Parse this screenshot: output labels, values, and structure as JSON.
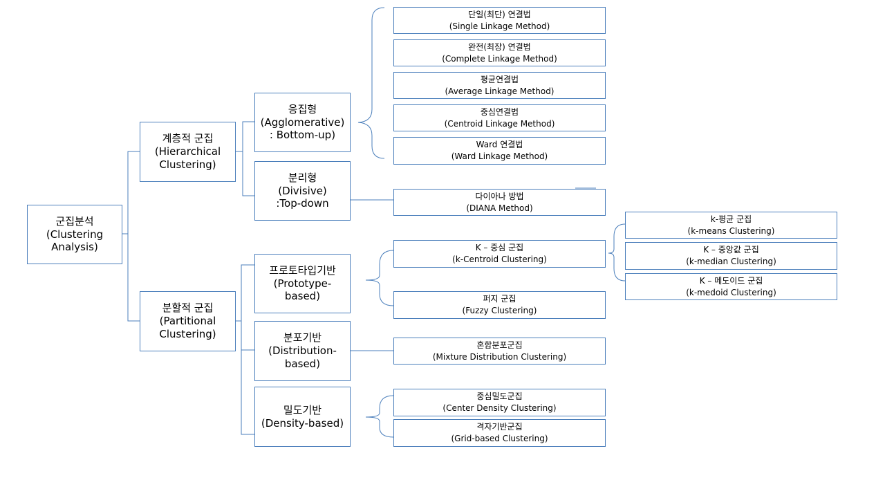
{
  "root": {
    "ko": "군집분석",
    "en1": "(Clustering",
    "en2": "Analysis)"
  },
  "level1": [
    {
      "ko": "계층적 군집",
      "en1": "(Hierarchical",
      "en2": "Clustering)"
    },
    {
      "ko": "분할적 군집",
      "en1": "(Partitional",
      "en2": "Clustering)"
    }
  ],
  "level2": [
    {
      "ko": "응집형",
      "en1": "(Agglomerative)",
      "en2": ": Bottom-up)"
    },
    {
      "ko": "분리형",
      "en1": "(Divisive)",
      "en2": ":Top-down"
    },
    {
      "ko": "프로토타입기반",
      "en1": "(Prototype-",
      "en2": "based)"
    },
    {
      "ko": "분포기반",
      "en1": "(Distribution-",
      "en2": "based)"
    },
    {
      "ko": "밀도기반",
      "en1": "(Density-based)"
    }
  ],
  "level3": [
    {
      "ko": "단일(최단) 연결법",
      "en": "(Single Linkage Method)"
    },
    {
      "ko": "완전(최장) 연결법",
      "en": "(Complete Linkage Method)"
    },
    {
      "ko": "평균연결법",
      "en": "(Average Linkage Method)"
    },
    {
      "ko": "중심연결법",
      "en": "(Centroid Linkage Method)"
    },
    {
      "ko": "Ward 연결법",
      "en": "(Ward Linkage Method)"
    },
    {
      "ko": "다이아나 방법",
      "en": "(DIANA Method)"
    },
    {
      "ko": "K – 중심 군집",
      "en": "(k-Centroid Clustering)"
    },
    {
      "ko": "퍼지 군집",
      "en": "(Fuzzy Clustering)"
    },
    {
      "ko": "혼합분포군집",
      "en": "(Mixture Distribution Clustering)"
    },
    {
      "ko": "중심밀도군집",
      "en": "(Center Density Clustering)"
    },
    {
      "ko": "격자기반군집",
      "en": "(Grid-based Clustering)"
    }
  ],
  "level4": [
    {
      "ko": "k-평균 군집",
      "en": "(k-means Clustering)"
    },
    {
      "ko": "K – 중앙값 군집",
      "en": "(k-median Clustering)"
    },
    {
      "ko": "K – 메도이드 군집",
      "en": "(k-medoid Clustering)"
    }
  ],
  "colors": {
    "border": "#4a7ebb",
    "line": "#4a7ebb"
  }
}
